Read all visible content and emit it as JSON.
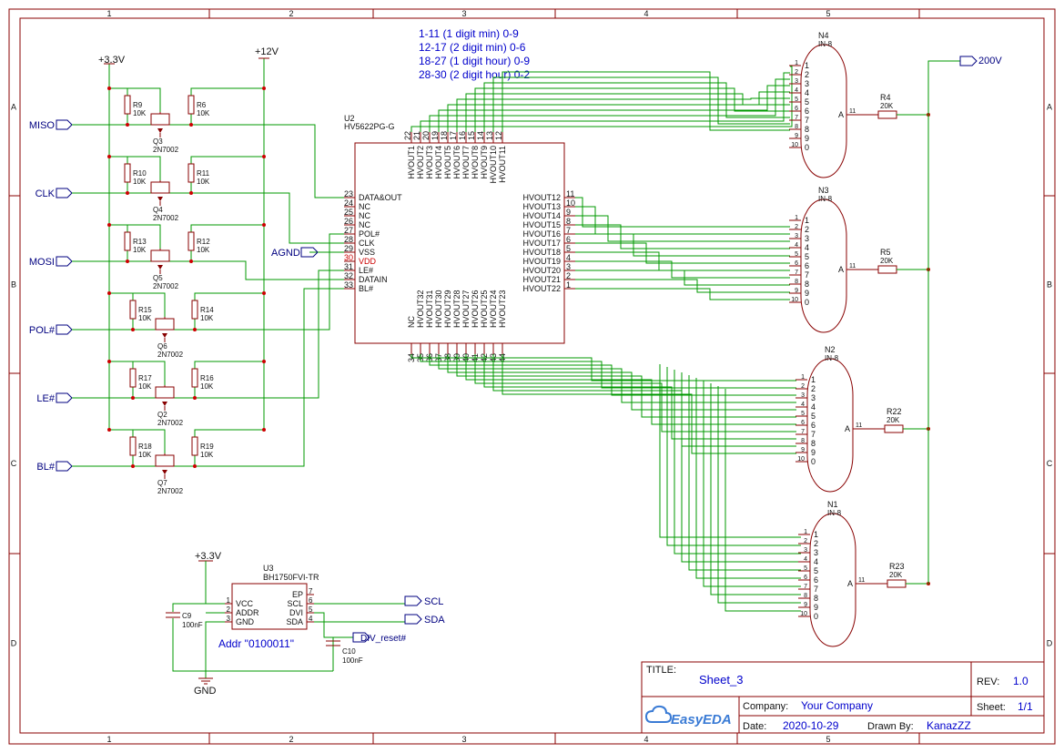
{
  "notes": [
    "1-11 (1 digit min) 0-9",
    "12-17 (2 digit min) 0-6",
    "18-27 (1 digit hour) 0-9",
    "28-30 (2 digit hour) 0-2"
  ],
  "frame": {
    "cols": [
      "1",
      "2",
      "3",
      "4",
      "5"
    ],
    "rows": [
      "A",
      "B",
      "C",
      "D"
    ]
  },
  "power": {
    "v33": "+3.3V",
    "v12": "+12V",
    "v200": "200V",
    "gnd": "GND"
  },
  "levelshifters": [
    {
      "net": "MISO",
      "ra": "R9",
      "rb": "R6",
      "q": "Q3"
    },
    {
      "net": "CLK",
      "ra": "R10",
      "rb": "R11",
      "q": "Q4"
    },
    {
      "net": "MOSI",
      "ra": "R13",
      "rb": "R12",
      "q": "Q5"
    },
    {
      "net": "POL#",
      "ra": "R15",
      "rb": "R14",
      "q": "Q6"
    },
    {
      "net": "LE#",
      "ra": "R17",
      "rb": "R16",
      "q": "Q2"
    },
    {
      "net": "BL#",
      "ra": "R18",
      "rb": "R19",
      "q": "Q7"
    }
  ],
  "res_value": "10K",
  "fet_part": "2N7002",
  "u2": {
    "ref": "U2",
    "part": "HV5622PG-G",
    "left": [
      {
        "n": "23",
        "l": "DATA&OUT"
      },
      {
        "n": "24",
        "l": "NC"
      },
      {
        "n": "25",
        "l": "NC"
      },
      {
        "n": "26",
        "l": "NC"
      },
      {
        "n": "27",
        "l": "POL#"
      },
      {
        "n": "28",
        "l": "CLK"
      },
      {
        "n": "29",
        "l": "VSS"
      },
      {
        "n": "30",
        "l": "VDD"
      },
      {
        "n": "31",
        "l": "LE#"
      },
      {
        "n": "32",
        "l": "DATAIN"
      },
      {
        "n": "33",
        "l": "BL#"
      }
    ],
    "right": [
      {
        "n": "11",
        "l": "HVOUT12"
      },
      {
        "n": "10",
        "l": "HVOUT13"
      },
      {
        "n": "9",
        "l": "HVOUT14"
      },
      {
        "n": "8",
        "l": "HVOUT15"
      },
      {
        "n": "7",
        "l": "HVOUT16"
      },
      {
        "n": "6",
        "l": "HVOUT17"
      },
      {
        "n": "5",
        "l": "HVOUT18"
      },
      {
        "n": "4",
        "l": "HVOUT19"
      },
      {
        "n": "3",
        "l": "HVOUT20"
      },
      {
        "n": "2",
        "l": "HVOUT21"
      },
      {
        "n": "1",
        "l": "HVOUT22"
      }
    ],
    "top": [
      {
        "n": "22",
        "l": "HVOUT1"
      },
      {
        "n": "21",
        "l": "HVOUT2"
      },
      {
        "n": "20",
        "l": "HVOUT3"
      },
      {
        "n": "19",
        "l": "HVOUT4"
      },
      {
        "n": "18",
        "l": "HVOUT5"
      },
      {
        "n": "17",
        "l": "HVOUT6"
      },
      {
        "n": "16",
        "l": "HVOUT7"
      },
      {
        "n": "15",
        "l": "HVOUT8"
      },
      {
        "n": "14",
        "l": "HVOUT9"
      },
      {
        "n": "13",
        "l": "HVOUT10"
      },
      {
        "n": "12",
        "l": "HVOUT11"
      }
    ],
    "bottom": [
      {
        "n": "34",
        "l": "NC"
      },
      {
        "n": "35",
        "l": "HVOUT32"
      },
      {
        "n": "36",
        "l": "HVOUT31"
      },
      {
        "n": "37",
        "l": "HVOUT30"
      },
      {
        "n": "38",
        "l": "HVOUT29"
      },
      {
        "n": "39",
        "l": "HVOUT28"
      },
      {
        "n": "40",
        "l": "HVOUT27"
      },
      {
        "n": "41",
        "l": "HVOUT26"
      },
      {
        "n": "42",
        "l": "HVOUT25"
      },
      {
        "n": "43",
        "l": "HVOUT24"
      },
      {
        "n": "44",
        "l": "HVOUT23"
      }
    ]
  },
  "agnd": "AGND",
  "tubes": [
    {
      "ref": "N4",
      "part": "IN-8",
      "res": "R4",
      "rv": "20K"
    },
    {
      "ref": "N3",
      "part": "IN-8",
      "res": "R5",
      "rv": "20K"
    },
    {
      "ref": "N2",
      "part": "IN-8",
      "res": "R22",
      "rv": "20K"
    },
    {
      "ref": "N1",
      "part": "IN-8",
      "res": "R23",
      "rv": "20K"
    }
  ],
  "tube_pins": [
    "1",
    "2",
    "3",
    "4",
    "5",
    "6",
    "7",
    "8",
    "9",
    "10"
  ],
  "tube_digits": [
    "1",
    "2",
    "3",
    "4",
    "5",
    "6",
    "7",
    "8",
    "9",
    "0"
  ],
  "tube_anode": "A",
  "tube_anode_pin": "11",
  "u3": {
    "ref": "U3",
    "part": "BH1750FVI-TR",
    "left": [
      {
        "n": "1",
        "l": "VCC"
      },
      {
        "n": "2",
        "l": "ADDR"
      },
      {
        "n": "3",
        "l": "GND"
      }
    ],
    "right": [
      {
        "n": "7",
        "l": "EP"
      },
      {
        "n": "6",
        "l": "SCL"
      },
      {
        "n": "5",
        "l": "DVI"
      },
      {
        "n": "4",
        "l": "SDA"
      }
    ]
  },
  "c9": {
    "ref": "C9",
    "val": "100nF"
  },
  "c10": {
    "ref": "C10",
    "val": "100nF"
  },
  "i2c": {
    "scl": "SCL",
    "sda": "SDA",
    "div": "DIV_reset#"
  },
  "addr_note": "Addr \"0100011\"",
  "titleblock": {
    "title_label": "TITLE:",
    "title": "Sheet_3",
    "rev_label": "REV:",
    "rev": "1.0",
    "company_label": "Company:",
    "company": "Your Company",
    "sheet_label": "Sheet:",
    "sheet": "1/1",
    "date_label": "Date:",
    "date": "2020-10-29",
    "drawn_label": "Drawn By:",
    "drawn": "KanazZZ",
    "brand": "EasyEDA"
  }
}
